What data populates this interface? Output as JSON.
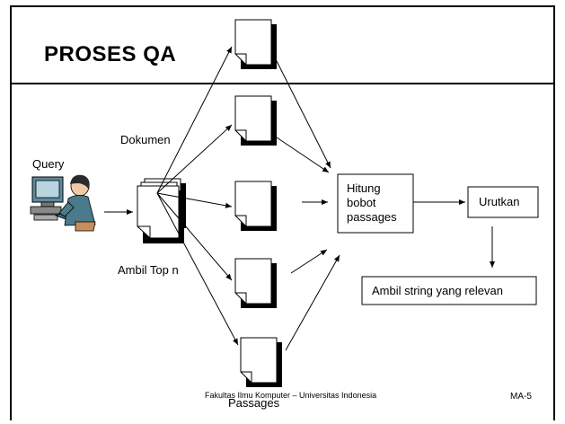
{
  "slide": {
    "title": "PROSES QA",
    "labels": {
      "query": "Query",
      "dokumen": "Dokumen",
      "ambil_top_n": "Ambil Top n",
      "passages": "Passages"
    },
    "boxes": {
      "hitung": [
        "Hitung",
        "bobot",
        "passages"
      ],
      "urutkan": "Urutkan",
      "ambil_string": "Ambil string yang relevan"
    },
    "footer": {
      "institution": "Fakultas Ilmu Komputer – Universitas Indonesia",
      "page": "MA-5"
    }
  }
}
